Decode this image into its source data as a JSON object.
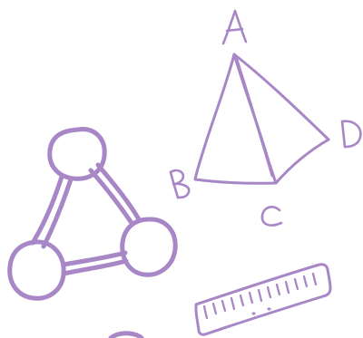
{
  "colors": {
    "stroke": "#a887c7",
    "background": "#ffffff"
  },
  "pyramid": {
    "vertex_labels": [
      "A",
      "B",
      "C",
      "D"
    ]
  },
  "icons": [
    "pyramid-icon",
    "triangle-graph-icon",
    "ruler-icon",
    "circle-icon"
  ]
}
